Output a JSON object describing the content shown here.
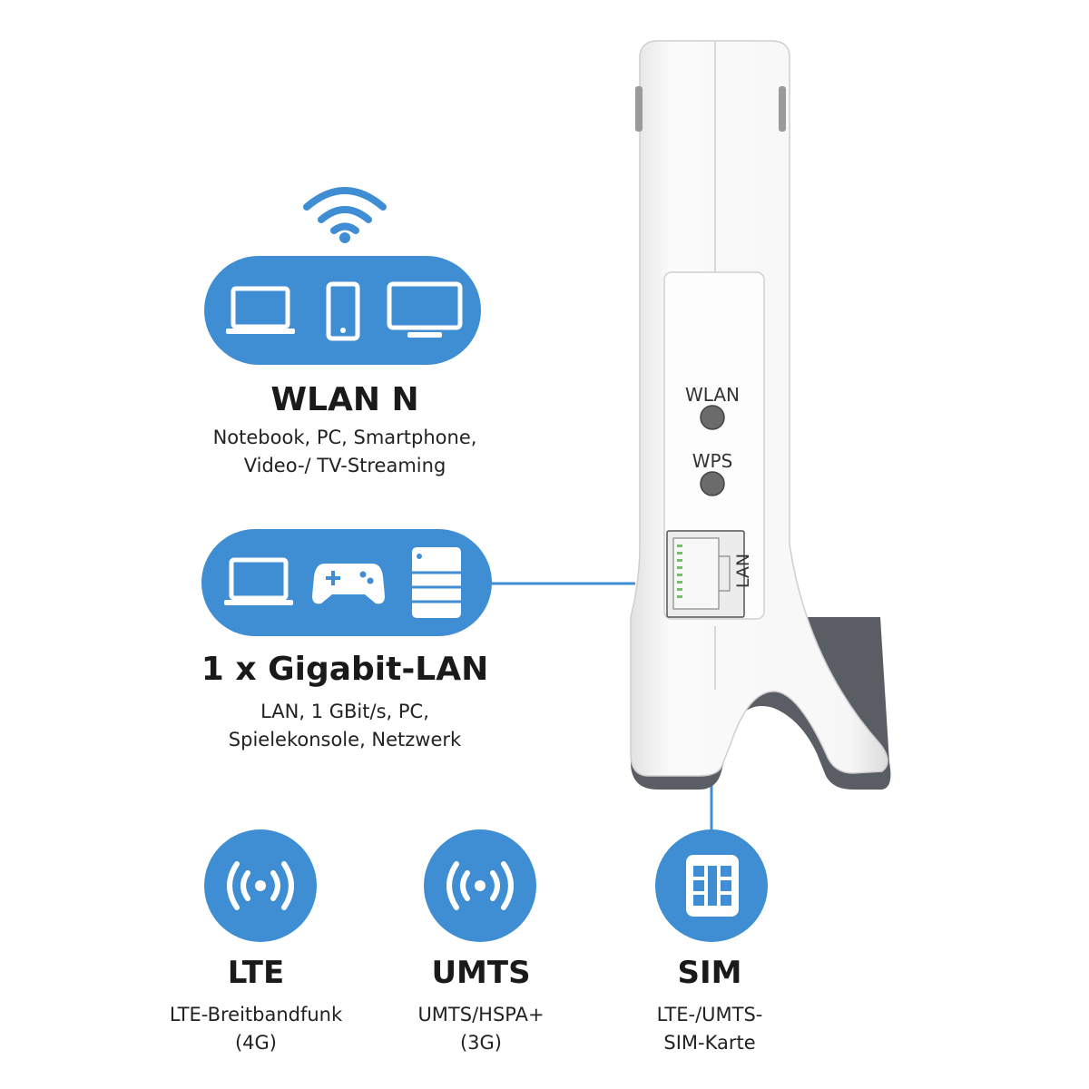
{
  "colors": {
    "accent": "#3f8ed4",
    "device_body": "#f4f4f4",
    "device_feet": "#5a5d63"
  },
  "wlan": {
    "title": "WLAN N",
    "desc_lines": [
      "Notebook, PC, Smartphone,",
      "Video-/ TV-Streaming"
    ],
    "icons": [
      "wifi-icon",
      "laptop-icon",
      "smartphone-icon",
      "monitor-icon"
    ]
  },
  "lan": {
    "title": "1 x Gigabit-LAN",
    "desc_lines": [
      "LAN, 1 GBit/s, PC,",
      "Spielekonsole, Netzwerk"
    ],
    "icons": [
      "laptop-icon",
      "gamepad-icon",
      "nas-icon"
    ]
  },
  "features": [
    {
      "title": "LTE",
      "desc_lines": [
        "LTE-Breitbandfunk",
        "(4G)"
      ],
      "icon": "signal-icon"
    },
    {
      "title": "UMTS",
      "desc_lines": [
        "UMTS/HSPA+",
        "(3G)"
      ],
      "icon": "signal-icon"
    },
    {
      "title": "SIM",
      "desc_lines": [
        "LTE-/UMTS-",
        "SIM-Karte"
      ],
      "icon": "sim-card-icon"
    }
  ],
  "device": {
    "button_wlan": "WLAN",
    "button_wps": "WPS",
    "port_label": "LAN"
  }
}
